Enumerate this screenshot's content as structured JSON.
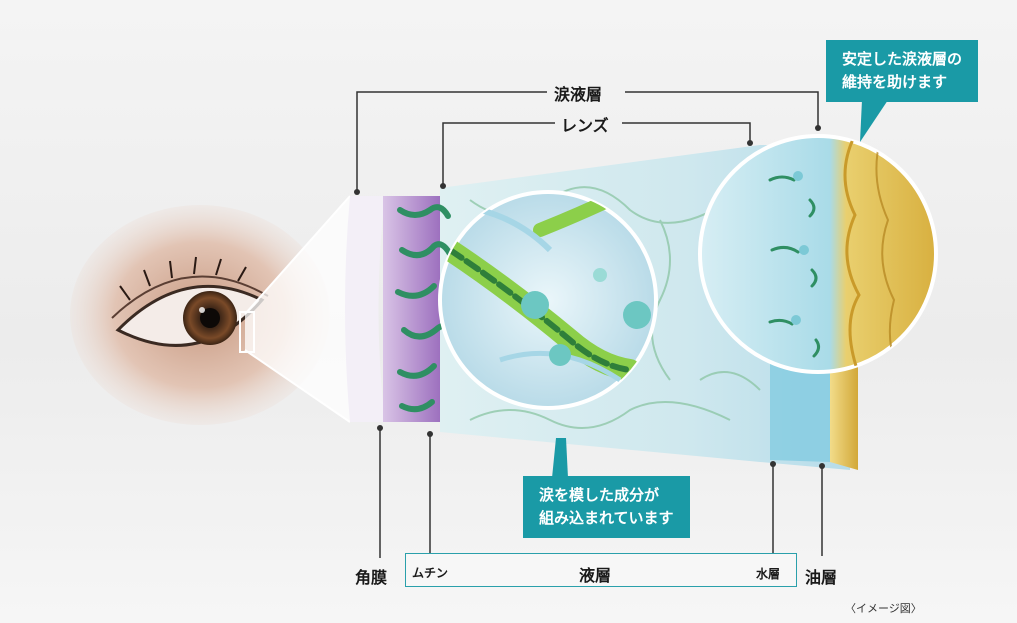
{
  "labels": {
    "tear_film": "涙液層",
    "lens": "レンズ",
    "cornea": "角膜",
    "mucin": "ムチン",
    "liquid_layer": "液層",
    "water_layer": "水層",
    "oil_layer": "油層"
  },
  "callouts": {
    "top_right": [
      "安定した涙液層の",
      "維持を助けます"
    ],
    "bottom_center": [
      "涙を模した成分が",
      "組み込まれています"
    ]
  },
  "caption": "〈イメージ図〉",
  "colors": {
    "callout_teal": "#1a9aa6",
    "cornea_purple": "#b690cf",
    "lens_blue": "#c9e6ee",
    "oil_yellow": "#e7c65a",
    "fiber_green": "#3aa06a"
  }
}
